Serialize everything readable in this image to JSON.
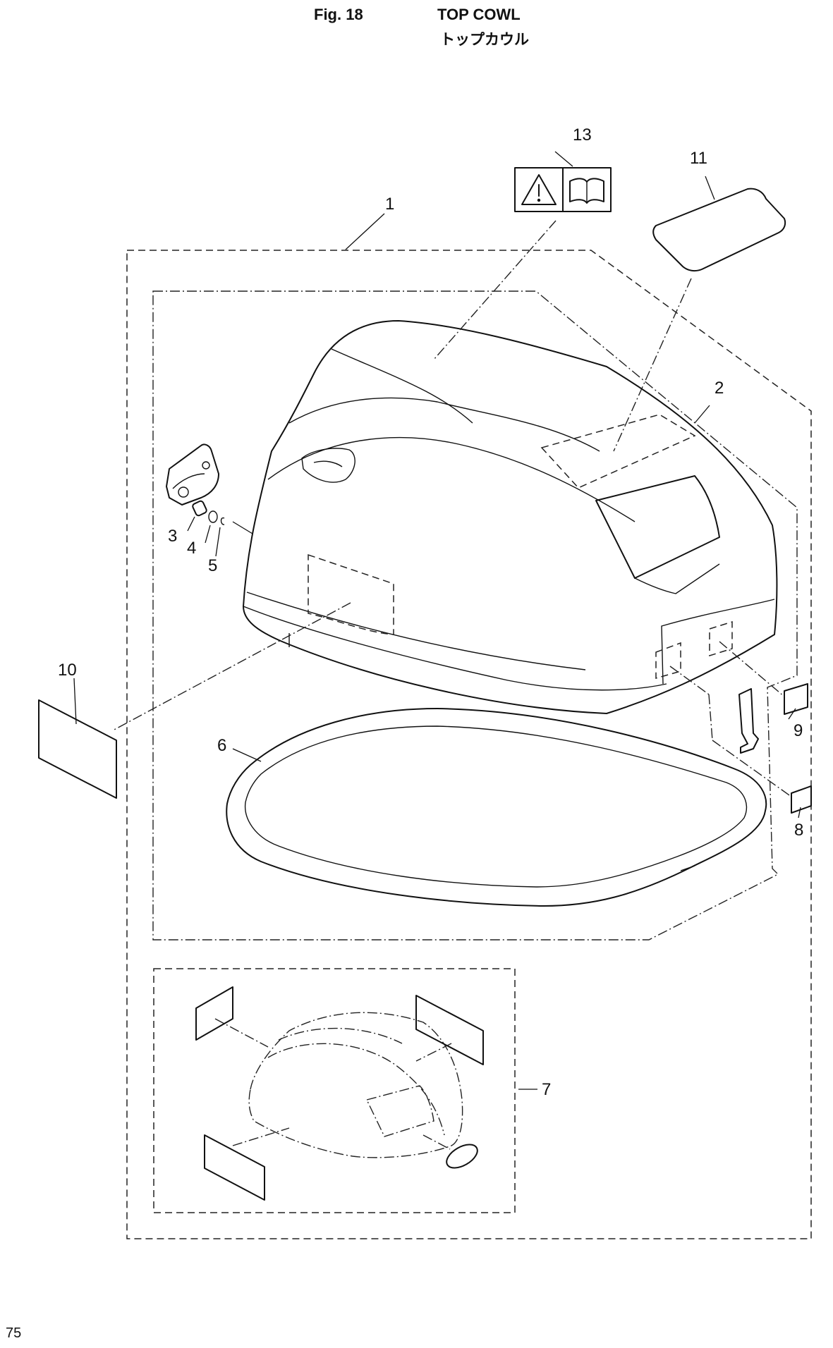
{
  "header": {
    "fig_label": "Fig. 18",
    "title_en": "TOP COWL",
    "title_ja": "トップカウル"
  },
  "page_number": "75",
  "callouts": [
    "1",
    "2",
    "3",
    "4",
    "5",
    "6",
    "7",
    "8",
    "9",
    "10",
    "11",
    "13"
  ],
  "icons": [
    "warning-triangle-icon",
    "manual-book-icon"
  ]
}
